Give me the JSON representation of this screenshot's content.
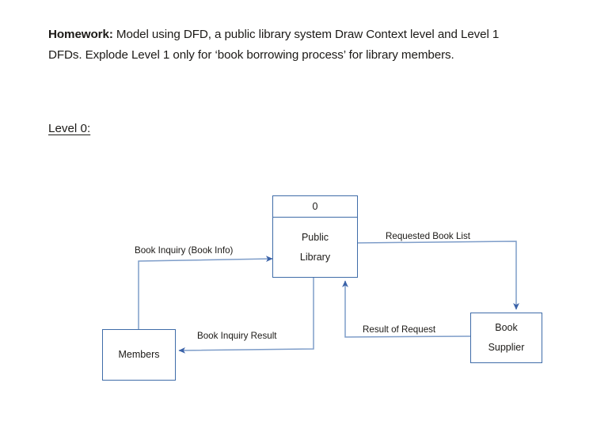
{
  "document": {
    "prompt_bold": "Homework:",
    "prompt_rest": " Model using DFD, a public library system Draw Context level and Level 1 DFDs. Explode Level 1 only for ‘book borrowing process’ for library members.",
    "level_label": "Level 0:"
  },
  "diagram": {
    "type": "data-flow-diagram",
    "level": "0",
    "nodes": {
      "process": {
        "id": "0",
        "name_line1": "Public",
        "name_line2": "Library"
      },
      "members": {
        "label": "Members"
      },
      "supplier": {
        "name_line1": "Book",
        "name_line2": "Supplier"
      }
    },
    "flows": {
      "book_inquiry": "Book Inquiry (Book Info)",
      "requested_book_list": "Requested Book List",
      "book_inquiry_result": "Book Inquiry Result",
      "result_of_request": "Result of Request"
    }
  },
  "colors": {
    "shape_border": "#3f6ca8",
    "connector_line": "#7e9dc9",
    "arrow_head": "#3a62a8",
    "text": "#1c1a17",
    "background": "#ffffff"
  }
}
